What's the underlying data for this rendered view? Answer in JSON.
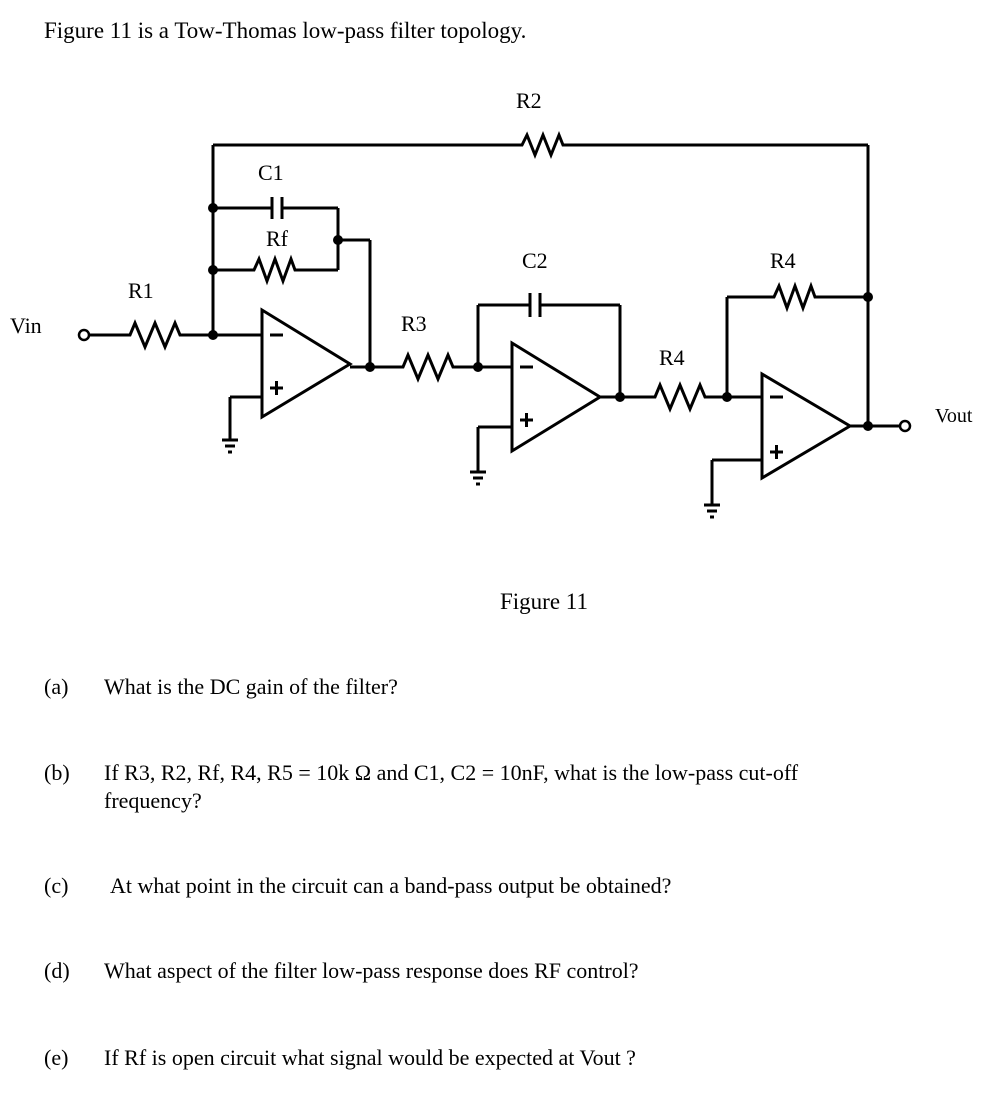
{
  "heading": "Figure 11  is a Tow-Thomas low-pass filter topology.",
  "figure": {
    "caption": "Figure 11",
    "labels": {
      "r1": "R1",
      "r2": "R2",
      "r3": "R3",
      "r4a": "R4",
      "r4b": "R4",
      "rf": "Rf",
      "c1": "C1",
      "c2": "C2",
      "vin": "Vin",
      "vout": "Vout"
    }
  },
  "questions": [
    {
      "label": "(a)",
      "text": "What is the DC gain of the filter?"
    },
    {
      "label": "(b)",
      "text": "If R3, R2, Rf, R4, R5  = 10k Ω and  C1, C2 = 10nF, what is the low-pass cut-off frequency?"
    },
    {
      "label": "(c)",
      "text": "At what point in the circuit can a band-pass output be obtained?"
    },
    {
      "label": "(d)",
      "text": "What aspect of the filter low-pass response does RF control?"
    },
    {
      "label": "(e)",
      "text": "If Rf is open circuit what signal would be expected at Vout ?"
    }
  ]
}
